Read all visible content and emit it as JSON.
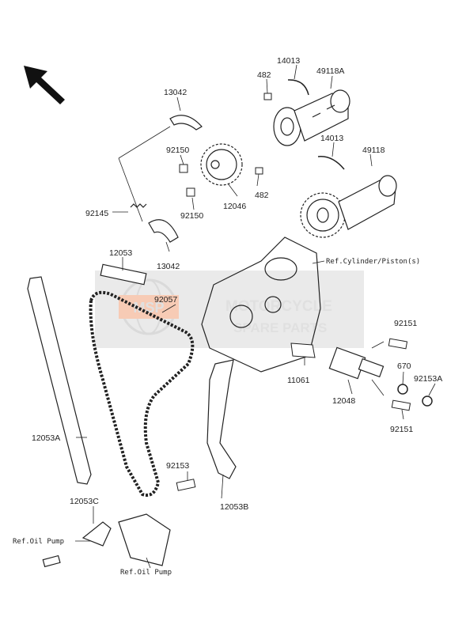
{
  "labels": {
    "p14013a": "14013",
    "p49118a": "49118A",
    "p482a": "482",
    "p13042a": "13042",
    "p92150a": "92150",
    "p14013b": "14013",
    "p49118": "49118",
    "p12046": "12046",
    "p482b": "482",
    "p92150b": "92150",
    "p92145": "92145",
    "p12053": "12053",
    "p13042b": "13042",
    "ref_cyl": "Ref.Cylinder/Piston(s)",
    "p92057": "92057",
    "p92151a": "92151",
    "p11061": "11061",
    "p670": "670",
    "p92153a": "92153A",
    "p12048": "12048",
    "p92151b": "92151",
    "p12053a": "12053A",
    "p92153": "92153",
    "p12053b": "12053B",
    "p12053c": "12053C",
    "ref_oil1": "Ref.Oil Pump",
    "ref_oil2": "Ref.Oil Pump"
  },
  "watermark": {
    "line1": "MOTORCYCLE",
    "line2": "SPARE PARTS",
    "badge": "MSP",
    "badge_color": "#f2a27a"
  },
  "colors": {
    "line": "#222222",
    "watermark_box": "#d9d9d9"
  },
  "icons": {
    "direction": "arrow-up-left-icon"
  }
}
